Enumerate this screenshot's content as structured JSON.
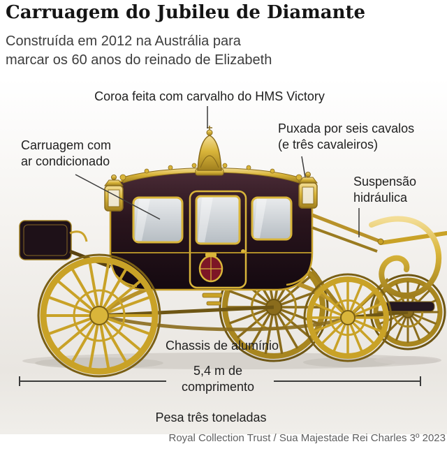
{
  "title": "Carruagem do Jubileu de Diamante",
  "subtitle_lines": [
    "Construída em 2012 na Austrália para",
    "marcar os 60 anos do reinado de Elizabeth"
  ],
  "annotations": {
    "crown": "Coroa feita com carvalho do HMS Victory",
    "air_conditioning_lines": [
      "Carruagem com",
      "ar condicionado"
    ],
    "horses_lines": [
      "Puxada por seis cavalos",
      "(e três cavaleiros)"
    ],
    "suspension_lines": [
      "Suspensão",
      "hidráulica"
    ],
    "chassis": "Chassis de alumínio"
  },
  "measurements": {
    "length_lines": [
      "5,4 m de",
      "comprimento"
    ],
    "weight": "Pesa três toneladas"
  },
  "credit": "Royal Collection Trust / Sua Majestade Rei Charles 3º 2023",
  "colors": {
    "gold": "#c9a227",
    "coach_body": "#2a151d",
    "text": "#1f1f1f",
    "pointer_line": "#3b3b3b",
    "credit_gray": "#5f5f5f",
    "backdrop": "#e9e6e1"
  }
}
